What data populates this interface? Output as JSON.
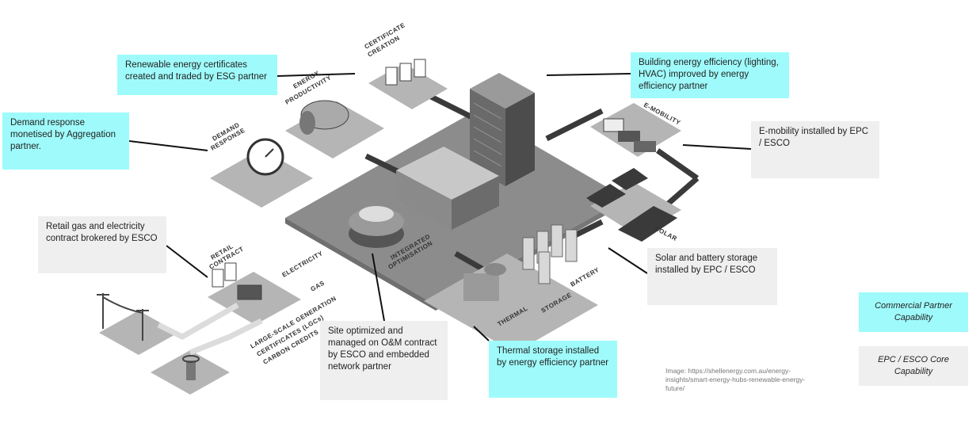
{
  "callouts": {
    "renewable_certificates": "Renewable energy certificates created and traded by ESG partner",
    "demand_response": "Demand response monetised by Aggregation partner.",
    "building_efficiency": "Building energy efficiency (lighting, HVAC) improved by energy efficiency partner",
    "emobility": "E-mobility installed by EPC / ESCO",
    "retail_contract": "Retail gas and electricity contract brokered by ESCO",
    "solar_battery": "Solar and battery storage installed by EPC / ESCO",
    "site_optimized": "Site optimized and managed on O&M contract by ESCO and embedded network partner",
    "thermal_storage": "Thermal storage installed by energy efficiency partner"
  },
  "legend": {
    "commercial_partner": "Commercial Partner Capability",
    "epc_esco": "EPC / ESCO Core Capability"
  },
  "credit": "Image: https://shellenergy.com.au/energy-insights/smart-energy-hubs-renewable-energy-future/",
  "diagram_labels": {
    "certificate": "CERTIFICATE",
    "creation": "CREATION",
    "energy": "ENERGY",
    "productivity": "PRODUCTIVITY",
    "demand": "DEMAND",
    "response": "RESPONSE",
    "emobility": "E-MOBILITY",
    "solar": "SOLAR",
    "retail": "RETAIL",
    "contract": "CONTRACT",
    "electricity": "ELECTRICITY",
    "gas": "GAS",
    "integrated": "INTEGRATED",
    "optimisation": "OPTIMISATION",
    "large_scale_1": "LARGE-SCALE GENERATION",
    "large_scale_2": "CERTIFICATES (LGCs)",
    "carbon_credits": "CARBON CREDITS",
    "thermal": "THERMAL",
    "storage": "STORAGE",
    "battery": "BATTERY"
  },
  "colors": {
    "partner": "#9ffbfb",
    "core": "#efefef"
  }
}
